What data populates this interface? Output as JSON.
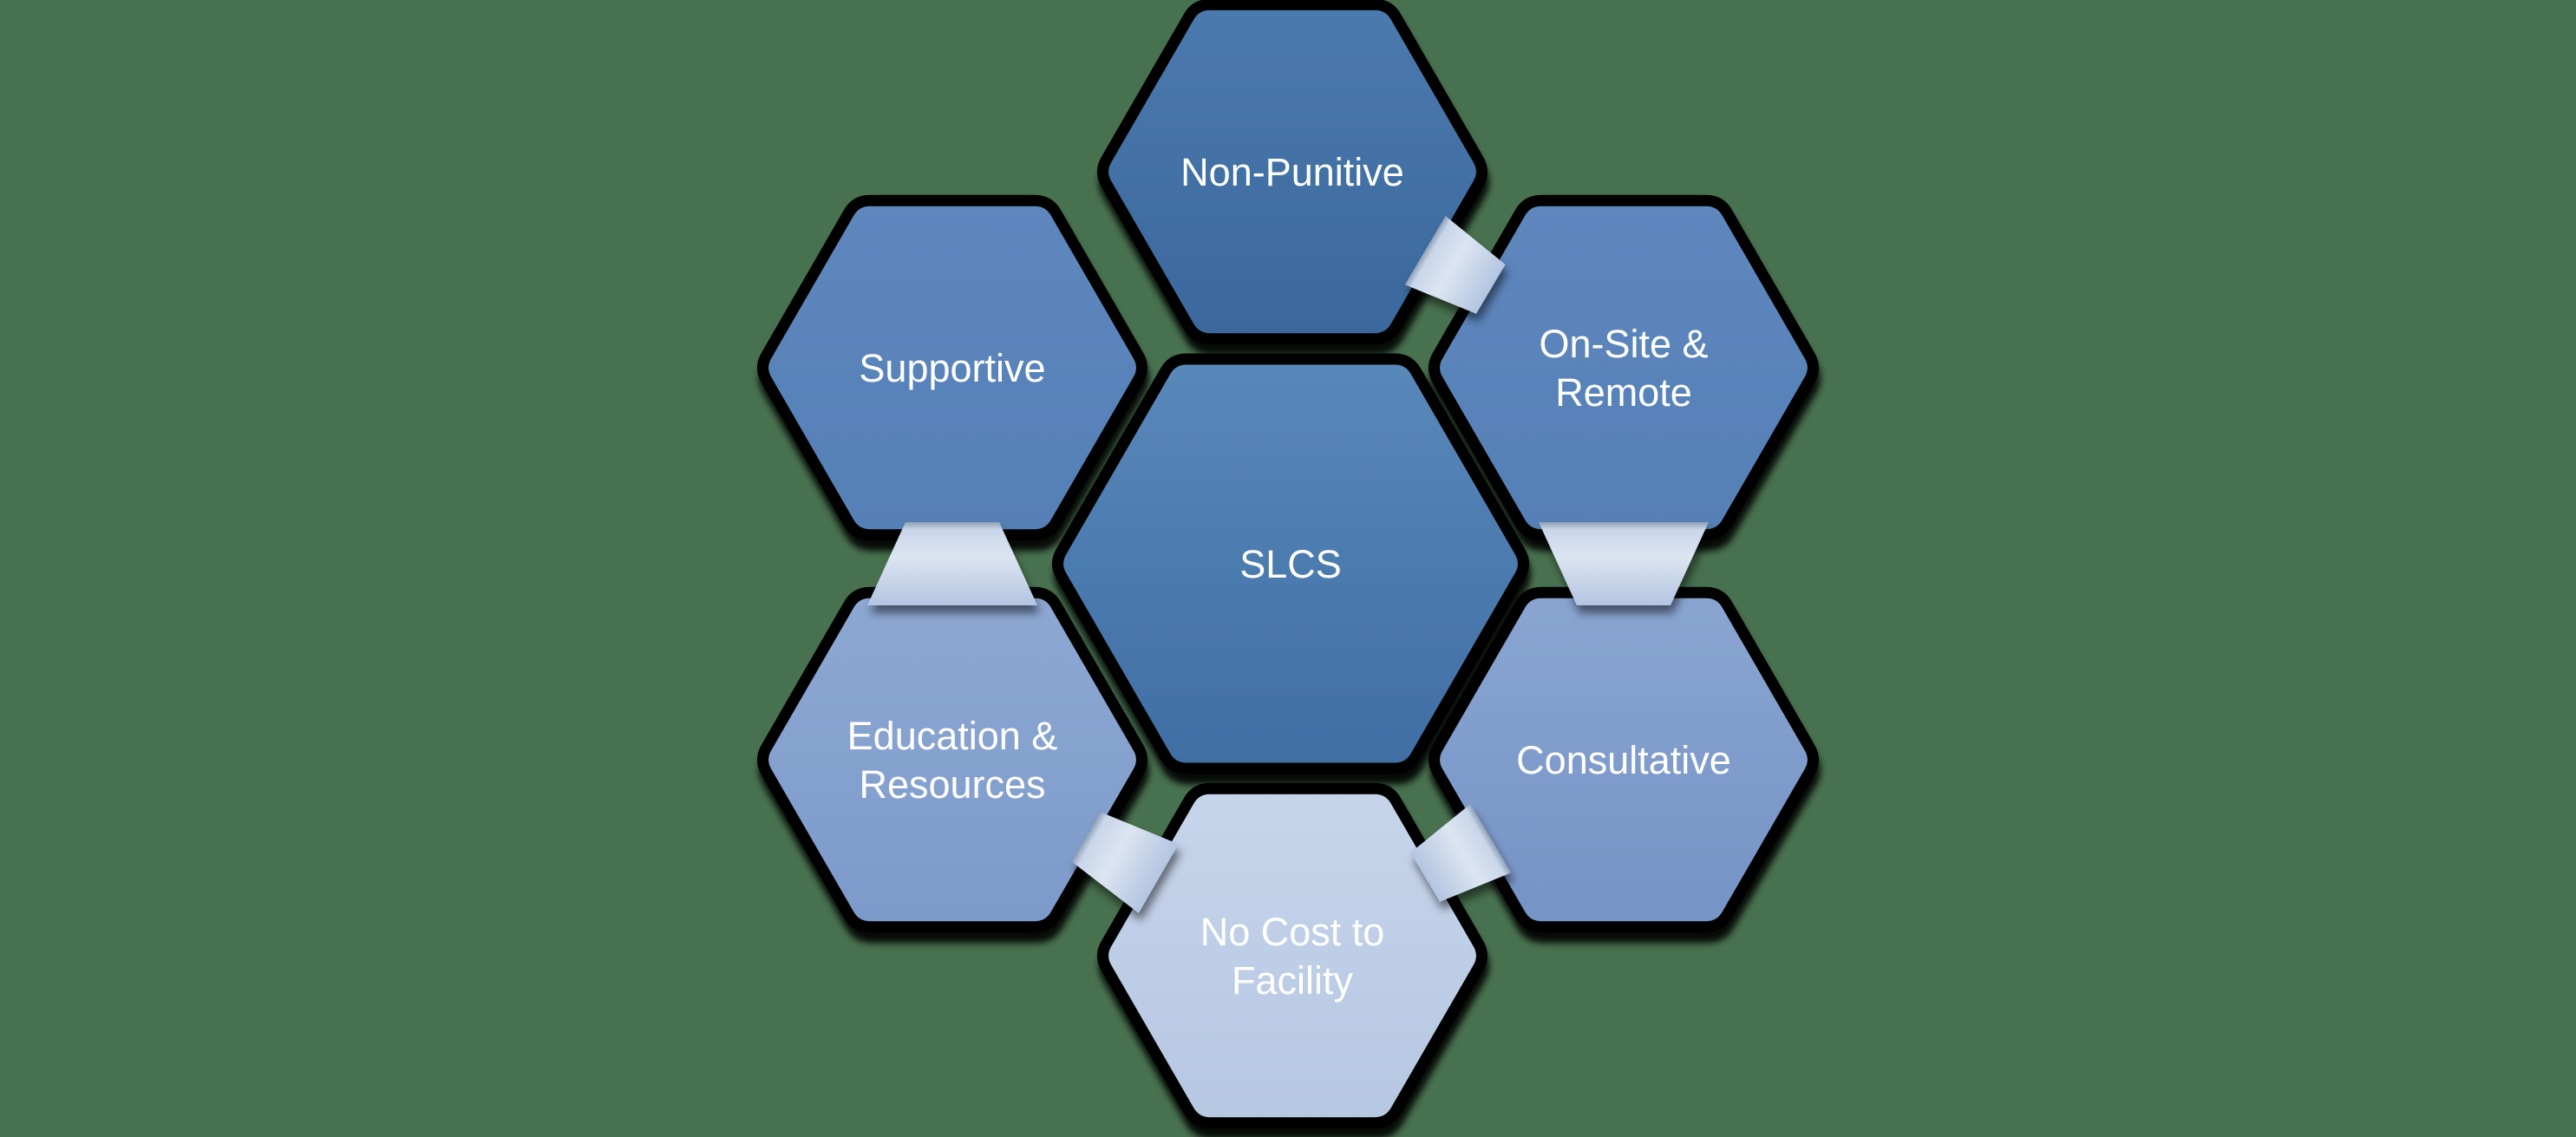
{
  "diagram": {
    "title": "SLCS hexagon cycle diagram",
    "background_color": "#48714F",
    "outline_color": "#000000",
    "text_color": "#FFFFFF",
    "nodes": [
      {
        "id": "non_punitive",
        "label": "Non-Punitive",
        "lines": [
          "Non-Punitive"
        ],
        "fill_top": "#4B7AAE",
        "fill_bottom": "#3B689C"
      },
      {
        "id": "onsite",
        "label": "On-Site & Remote",
        "lines": [
          "On-Site &",
          "Remote"
        ],
        "fill_top": "#5E87BE",
        "fill_bottom": "#5580B6"
      },
      {
        "id": "consultative",
        "label": "Consultative",
        "lines": [
          "Consultative"
        ],
        "fill_top": "#8AA5D1",
        "fill_bottom": "#7593C6"
      },
      {
        "id": "no_cost",
        "label": "No Cost to Facility",
        "lines": [
          "No Cost to",
          "Facility"
        ],
        "fill_top": "#C7D5EB",
        "fill_bottom": "#B6C7E2"
      },
      {
        "id": "education",
        "label": "Education & Resources",
        "lines": [
          "Education &",
          "Resources"
        ],
        "fill_top": "#8EA8D3",
        "fill_bottom": "#7C9ACA"
      },
      {
        "id": "supportive",
        "label": "Supportive",
        "lines": [
          "Supportive"
        ],
        "fill_top": "#5E87BE",
        "fill_bottom": "#5580B6"
      },
      {
        "id": "slcs",
        "label": "SLCS",
        "lines": [
          "SLCS"
        ],
        "fill_top": "#5988BA",
        "fill_bottom": "#3F6EA3"
      }
    ],
    "connectors": {
      "shadow_color": "#8FA0B6",
      "light_color": "#C9D6EA",
      "mid_color": "#DCE5F1",
      "end_color": "#B3C5E1",
      "pairs": [
        [
          "non_punitive",
          "onsite"
        ],
        [
          "onsite",
          "consultative"
        ],
        [
          "consultative",
          "no_cost"
        ],
        [
          "no_cost",
          "education"
        ],
        [
          "education",
          "supportive"
        ]
      ]
    }
  }
}
